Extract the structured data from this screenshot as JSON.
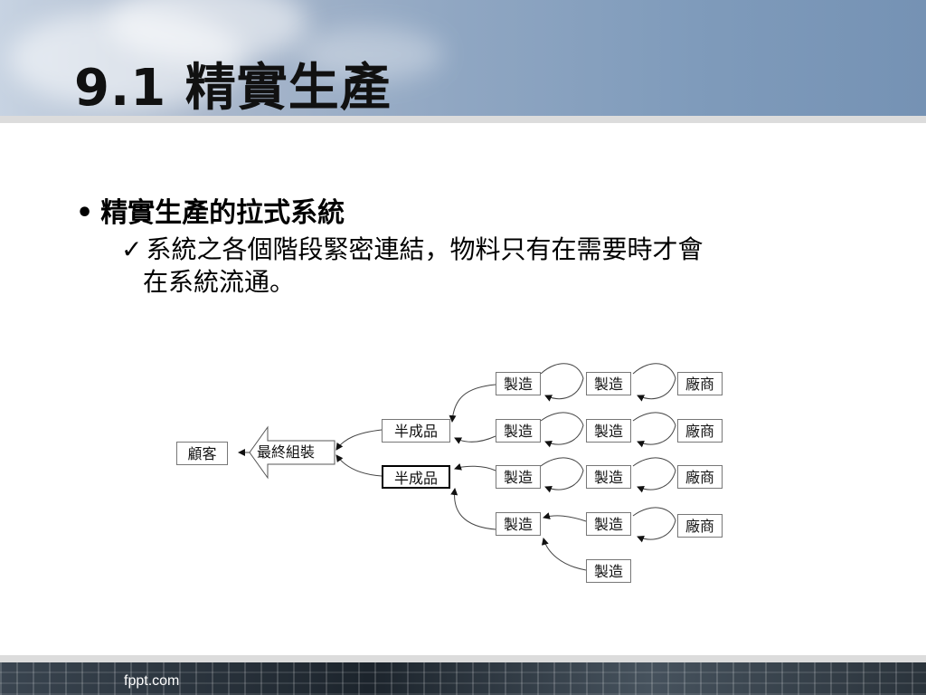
{
  "slide": {
    "title": "9.1 精實生產",
    "bullet_symbol": "•",
    "bullet": "精實生產的拉式系統",
    "sub_check": "✓",
    "sub_line1": "系統之各個階段緊密連結，物料只有在需要時才會",
    "sub_line2": "在系統流通。"
  },
  "diagram": {
    "customer": "顧客",
    "final_assembly": "最終組裝",
    "semi_1": "半成品",
    "semi_2": "半成品",
    "r1_make_a": "製造",
    "r1_make_b": "製造",
    "r1_vendor": "廠商",
    "r2_make_a": "製造",
    "r2_make_b": "製造",
    "r2_vendor": "廠商",
    "r3_make_a": "製造",
    "r3_make_b": "製造",
    "r3_vendor": "廠商",
    "r4_make_a": "製造",
    "r4_make_b": "製造",
    "r4_vendor": "廠商",
    "r5_make": "製造"
  },
  "footer": {
    "site": "fppt.com"
  },
  "colors": {
    "line": "#333333",
    "box_border": "#777777",
    "footer_text": "#ffffff"
  }
}
